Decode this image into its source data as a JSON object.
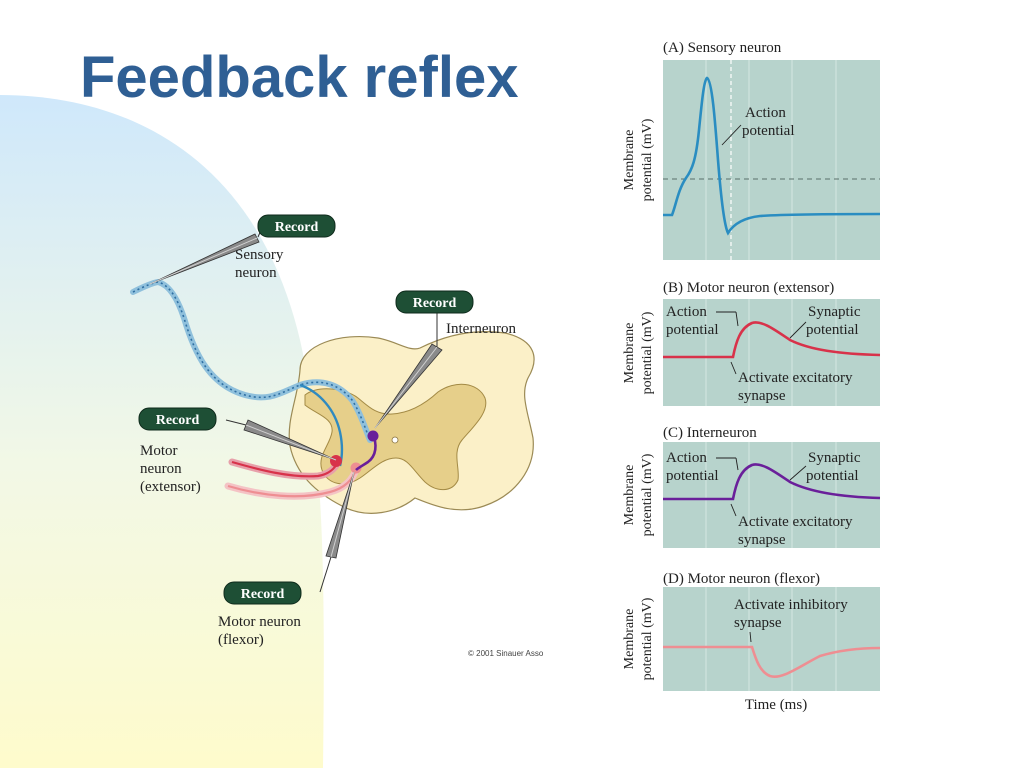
{
  "slide": {
    "title": "Feedback reflex",
    "colors": {
      "title": "#2f5f94",
      "panel_bg": "#b7d3cc",
      "sensory": "#2f8ac0",
      "motor_extensor": "#d8324a",
      "interneuron": "#6a1f9a",
      "motor_flexor": "#ee8e92",
      "record_tag": "#1e4f35"
    }
  },
  "diagram": {
    "record_tags": [
      "Record",
      "Record",
      "Record",
      "Record"
    ],
    "labels": {
      "sensory_1": "Sensory",
      "sensory_2": "neuron",
      "interneuron": "Interneuron",
      "motor_ext_1": "Motor",
      "motor_ext_2": "neuron",
      "motor_ext_3": "(extensor)",
      "motor_flex_1": "Motor neuron",
      "motor_flex_2": "(flexor)"
    },
    "copyright": "© 2001 Sinauer Asso"
  },
  "panels": {
    "a": {
      "title": "(A) Sensory neuron",
      "action_1": "Action",
      "action_2": "potential"
    },
    "b": {
      "title": "(B) Motor neuron (extensor)",
      "action_1": "Action",
      "action_2": "potential",
      "syn_1": "Synaptic",
      "syn_2": "potential",
      "act_1": "Activate excitatory",
      "act_2": "synapse"
    },
    "c": {
      "title": "(C) Interneuron",
      "action_1": "Action",
      "action_2": "potential",
      "syn_1": "Synaptic",
      "syn_2": "potential",
      "act_1": "Activate excitatory",
      "act_2": "synapse"
    },
    "d": {
      "title": "(D) Motor neuron (flexor)",
      "act_1": "Activate inhibitory",
      "act_2": "synapse"
    },
    "ylabel_1": "Membrane",
    "ylabel_2": "potential (mV)",
    "xlabel": "Time (ms)"
  }
}
